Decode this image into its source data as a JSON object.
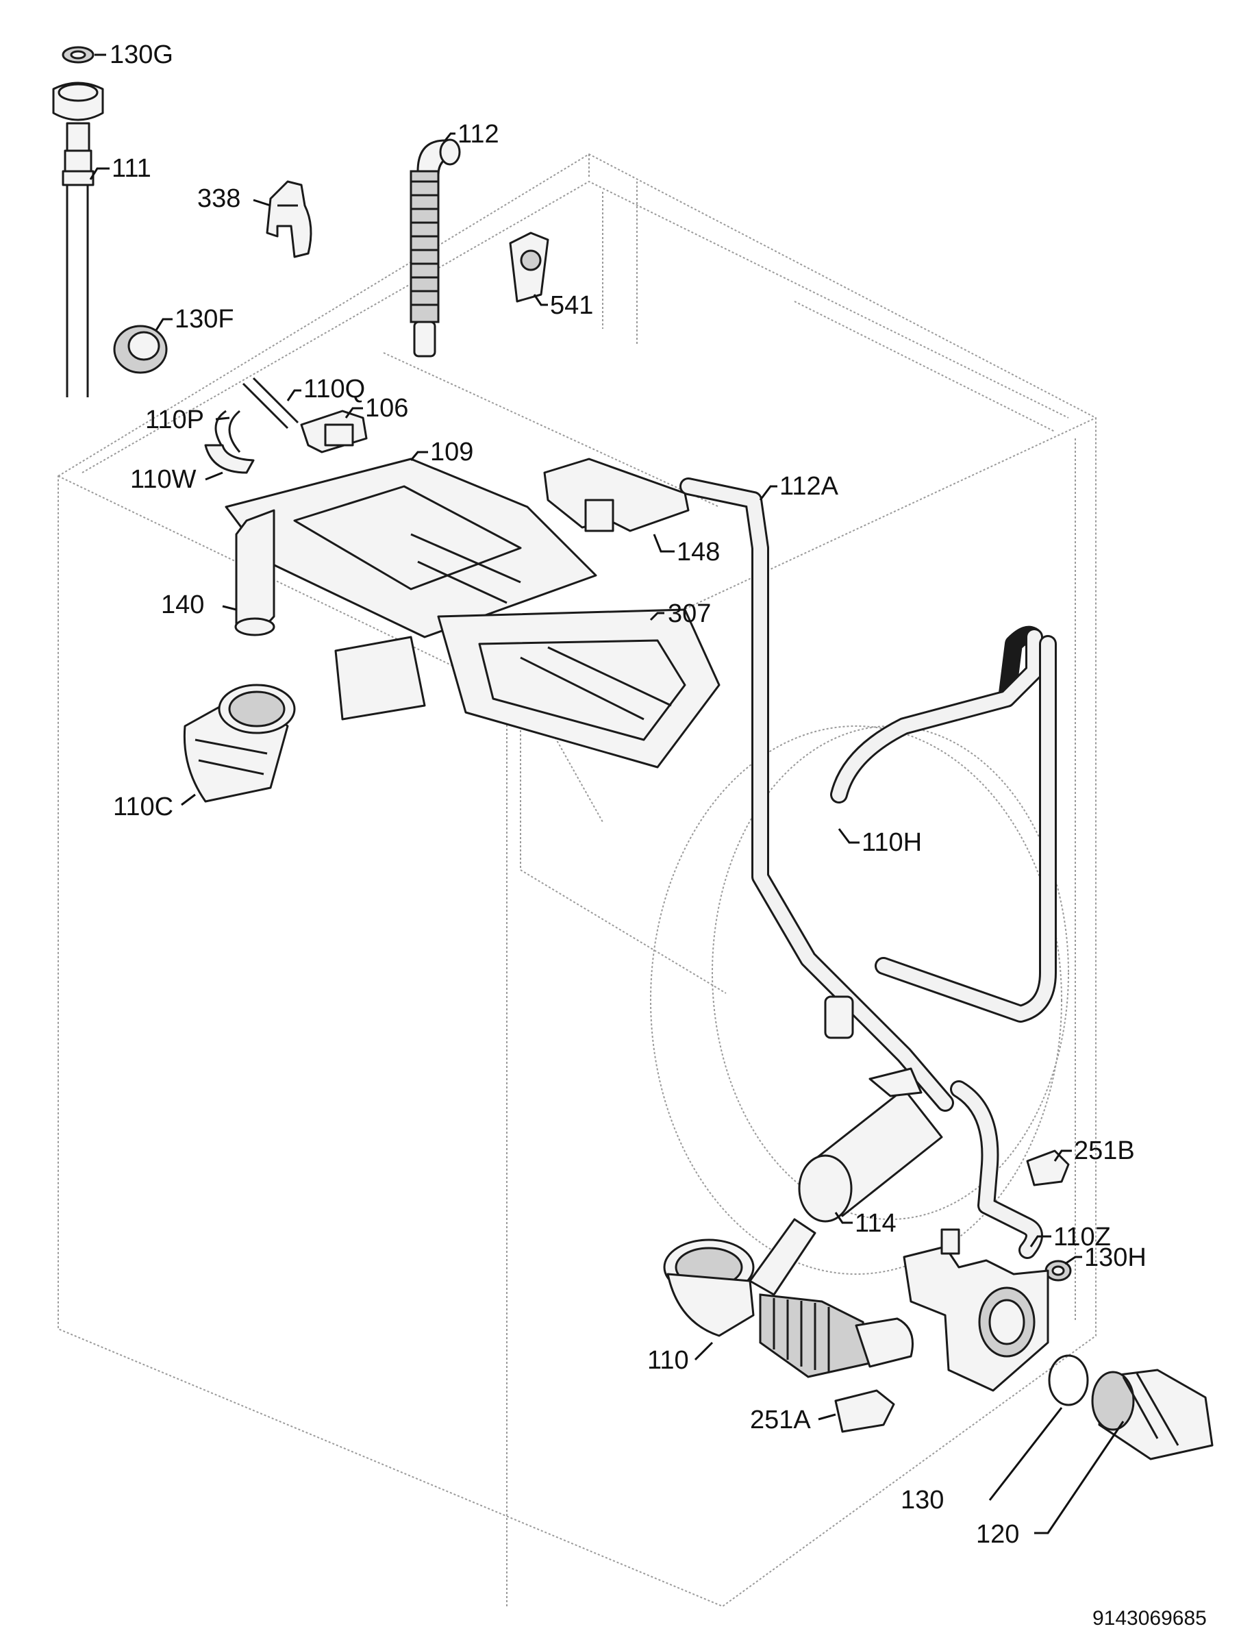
{
  "document_number": "9143069685",
  "parts": {
    "p130G": "130G",
    "p111": "111",
    "p338": "338",
    "p112": "112",
    "p541": "541",
    "p130F": "130F",
    "p110Q": "110Q",
    "p106": "106",
    "p110P": "110P",
    "p109": "109",
    "p110W": "110W",
    "p112A": "112A",
    "p148": "148",
    "p140": "140",
    "p307": "307",
    "p110C": "110C",
    "p110H": "110H",
    "p251B": "251B",
    "p114": "114",
    "p110Z": "110Z",
    "p130H": "130H",
    "p110": "110",
    "p251A": "251A",
    "p130": "130",
    "p120": "120"
  }
}
